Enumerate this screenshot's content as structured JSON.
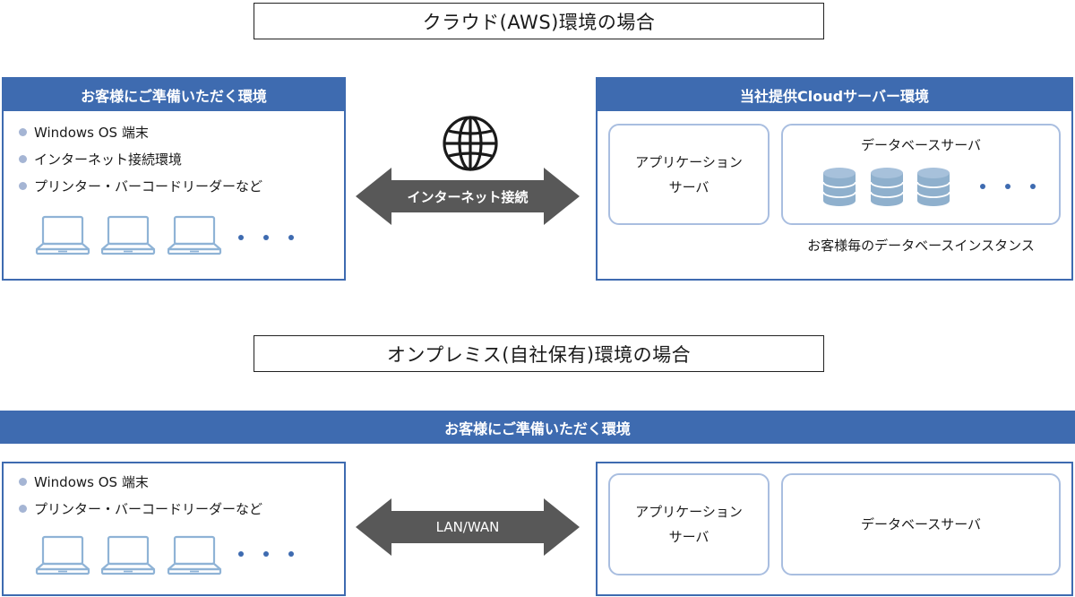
{
  "cloud_section": {
    "title": "クラウド(AWS)環境の場合",
    "customer_env": {
      "header": "お客様にご準備いただく環境",
      "items": [
        "Windows OS  端末",
        "インターネット接続環境",
        "プリンター・バーコードリーダーなど"
      ]
    },
    "connection": {
      "label": "インターネット接続",
      "icon": "globe-icon"
    },
    "provider_env": {
      "header": "当社提供Cloudサーバー環境",
      "app_server": [
        "アプリケーション",
        "サーバ"
      ],
      "db_server": {
        "title": "データベースサーバ",
        "icon": "database-icon",
        "caption": "お客様毎のデータベースインスタンス"
      }
    }
  },
  "onprem_section": {
    "title": "オンプレミス(自社保有)環境の場合",
    "customer_env": {
      "header": "お客様にご準備いただく環境",
      "items": [
        "Windows OS  端末",
        "プリンター・バーコードリーダーなど"
      ]
    },
    "connection": {
      "label": "LAN/WAN"
    },
    "app_server": [
      "アプリケーション",
      "サーバ"
    ],
    "db_server": "データベースサーバ"
  },
  "colors": {
    "accent": "#3e6bb0",
    "inner_border": "#a9bee0",
    "bullet": "#a5b5d4",
    "arrow": "#585858",
    "laptop": "#8fb3d6",
    "database": "#7e9fbf"
  }
}
